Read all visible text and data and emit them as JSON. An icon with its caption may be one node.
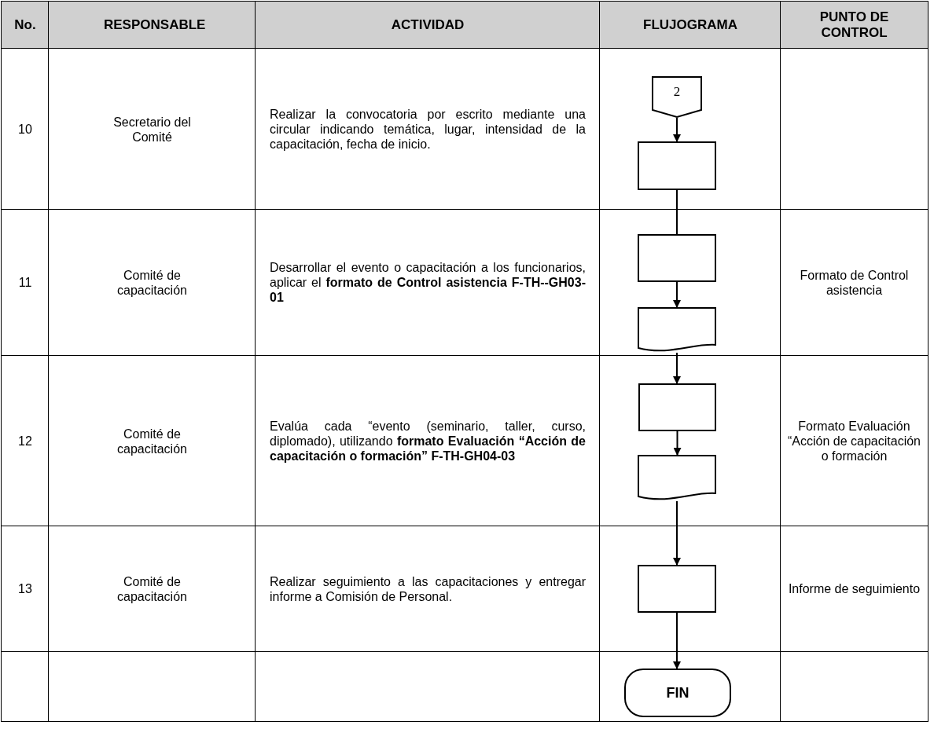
{
  "diagram": {
    "nodes": [
      {
        "text": [
          "2"
        ]
      },
      {
        "text": [],
        "shape": "box"
      },
      {
        "text": [],
        "shape": "box"
      },
      {
        "text": [],
        "shape": "document"
      },
      {
        "text": [],
        "shape": "box"
      },
      {
        "text": [],
        "shape": "document"
      },
      {
        "text": [],
        "shape": "box"
      },
      {
        "text": [
          "FIN"
        ]
      }
    ],
    "edges": [
      {
        "from": 0,
        "to": 1,
        "arrow": "to"
      },
      {
        "from": 1,
        "to": 2,
        "arrow": "none"
      },
      {
        "from": 2,
        "to": 3,
        "arrow": "to"
      },
      {
        "from": 3,
        "to": 4,
        "arrow": "to"
      },
      {
        "from": 4,
        "to": 5,
        "arrow": "to"
      },
      {
        "from": 5,
        "to": 6,
        "arrow": "to"
      },
      {
        "from": 6,
        "to": 7,
        "arrow": "to"
      }
    ],
    "labels": [
      "No.",
      "RESPONSABLE",
      "ACTIVIDAD",
      "FLUJOGRAMA",
      "PUNTO DE CONTROL",
      "10",
      "Secretario del Comité",
      "Realizar la convocatoria por escrito mediante una circular indicando temática, lugar, intensidad de la capacitación, fecha de inicio.",
      "11",
      "Comité de capacitación",
      "Desarrollar el evento o capacitación a los funcionarios, aplicar el **formato de Control asistencia F-TH--GH03-01**",
      "Formato de Control asistencia",
      "12",
      "Comité de capacitación",
      "Evalúa cada “evento (seminario, taller, curso, diplomado), utilizando **formato Evaluación “Acción de capacitación o formación” F-TH-GH04-03**",
      "Formato Evaluación “Acción de capacitación o formación",
      "13",
      "Comité de capacitación",
      "Realizar seguimiento a las capacitaciones y entregar informe a Comisión de Personal.",
      "Informe de seguimiento"
    ]
  }
}
